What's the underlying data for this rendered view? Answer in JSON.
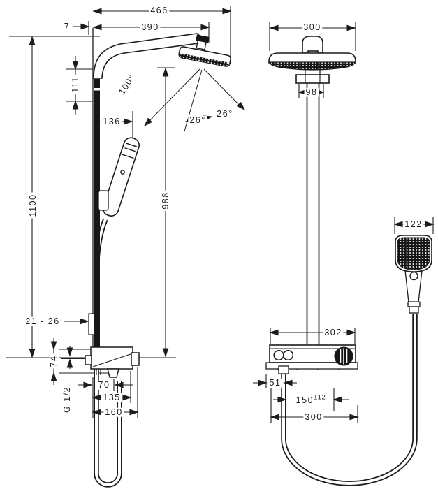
{
  "drawing": {
    "type": "technical-dimension-drawing",
    "subject": "Shower pipe system with overhead shower, hand shower, thermostat unit and shower hose",
    "views": [
      "side view",
      "front view"
    ],
    "ink_color": "#1c1c1c",
    "background_color": "#ffffff"
  },
  "labels": {
    "d466": "466",
    "d7": "7",
    "d390": "390",
    "d111": "111",
    "a100": "100°",
    "d136": "136",
    "d1100": "1100",
    "d988": "988",
    "a26_left": "26°",
    "a26_right": "26°",
    "d21_26": "21 - 26",
    "d74": "74",
    "g_thread": "G 1/2",
    "d70": "70",
    "d135": "135",
    "d160": "160",
    "fv_d300_top": "300",
    "fv_d98": "98",
    "fv_d122": "122",
    "fv_d302": "302",
    "fv_d51": "51",
    "fv_d150": "150",
    "fv_tol": "±12",
    "fv_d300_bottom": "300"
  }
}
